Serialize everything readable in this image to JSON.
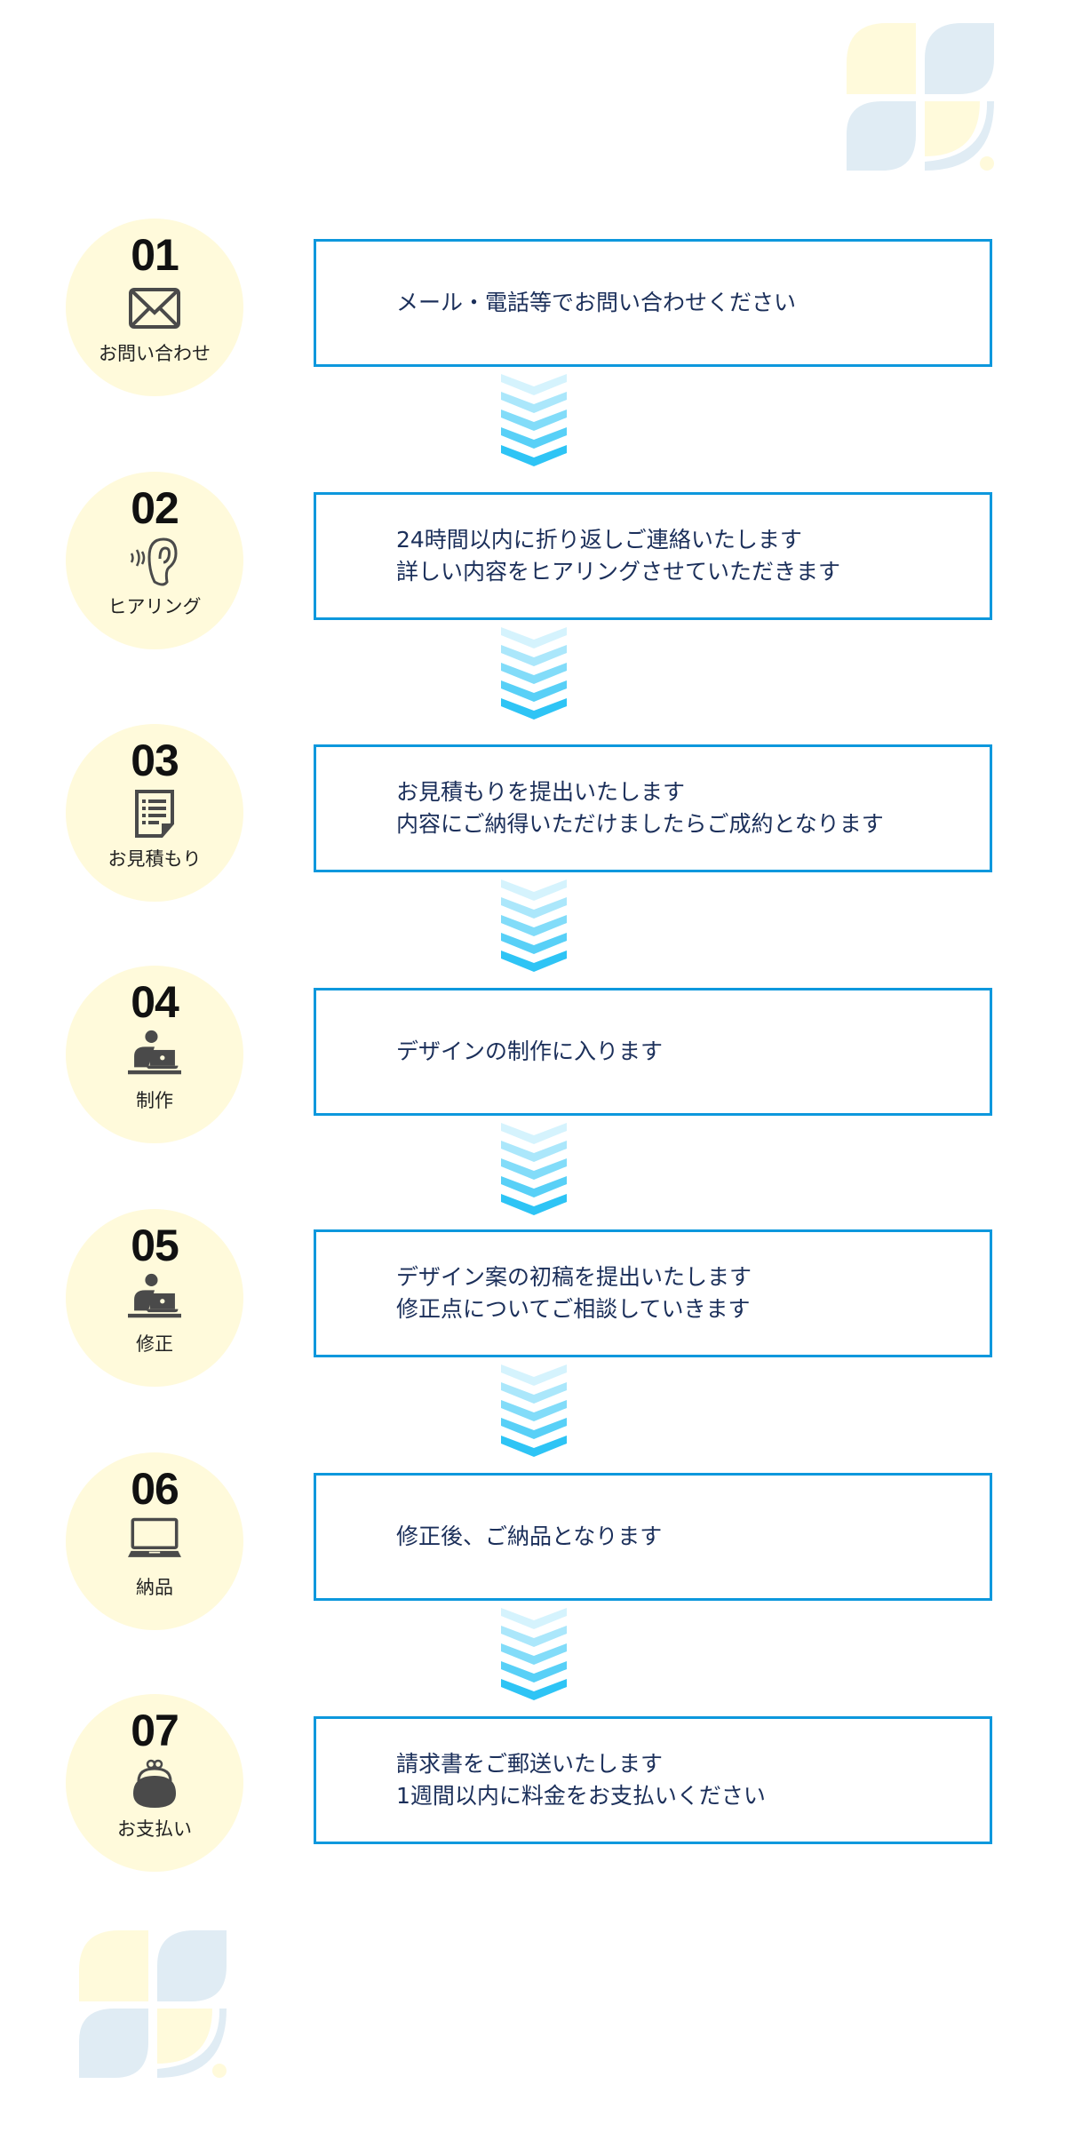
{
  "steps": [
    {
      "number": "01",
      "label": "お問い合わせ",
      "icon": "envelope-icon",
      "lines": [
        "メール・電話等でお問い合わせください"
      ]
    },
    {
      "number": "02",
      "label": "ヒアリング",
      "icon": "ear-icon",
      "lines": [
        "24時間以内に折り返しご連絡いたします",
        "詳しい内容をヒアリングさせていただきます"
      ]
    },
    {
      "number": "03",
      "label": "お見積もり",
      "icon": "document-icon",
      "lines": [
        "お見積もりを提出いたします",
        "内容にご納得いただけましたらご成約となります"
      ]
    },
    {
      "number": "04",
      "label": "制作",
      "icon": "person-laptop-icon",
      "lines": [
        "デザインの制作に入ります"
      ]
    },
    {
      "number": "05",
      "label": "修正",
      "icon": "person-laptop-icon",
      "lines": [
        "デザイン案の初稿を提出いたします",
        "修正点についてご相談していきます"
      ]
    },
    {
      "number": "06",
      "label": "納品",
      "icon": "laptop-icon",
      "lines": [
        "修正後、ご納品となります"
      ]
    },
    {
      "number": "07",
      "label": "お支払い",
      "icon": "purse-icon",
      "lines": [
        "請求書をご郵送いたします",
        "1週間以内に料金をお支払いください"
      ]
    }
  ],
  "colors": {
    "circle": "#fffadb",
    "border": "#0d98dd",
    "text": "#1b2f5a",
    "arrow": "#2ec4f5"
  }
}
